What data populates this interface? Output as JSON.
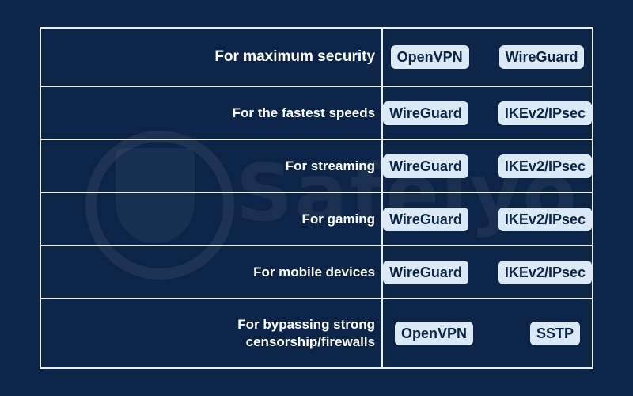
{
  "colors": {
    "background": "#0b2447",
    "border": "#e8eef6",
    "tag_bg": "#dbe8f6",
    "tag_text": "#0b2447",
    "label_text": "#ffffff"
  },
  "watermark": {
    "text": "Safelyo",
    "icon": "shield-lock-icon"
  },
  "rows": [
    {
      "label": "For maximum security",
      "tags": [
        "OpenVPN",
        "WireGuard"
      ]
    },
    {
      "label": "For the fastest speeds",
      "tags": [
        "WireGuard",
        "IKEv2/IPsec"
      ]
    },
    {
      "label": "For streaming",
      "tags": [
        "WireGuard",
        "IKEv2/IPsec"
      ]
    },
    {
      "label": "For gaming",
      "tags": [
        "WireGuard",
        "IKEv2/IPsec"
      ]
    },
    {
      "label": "For mobile devices",
      "tags": [
        "WireGuard",
        "IKEv2/IPsec"
      ]
    },
    {
      "label": "For bypassing strong censorship/firewalls",
      "tags": [
        "OpenVPN",
        "SSTP"
      ]
    }
  ]
}
